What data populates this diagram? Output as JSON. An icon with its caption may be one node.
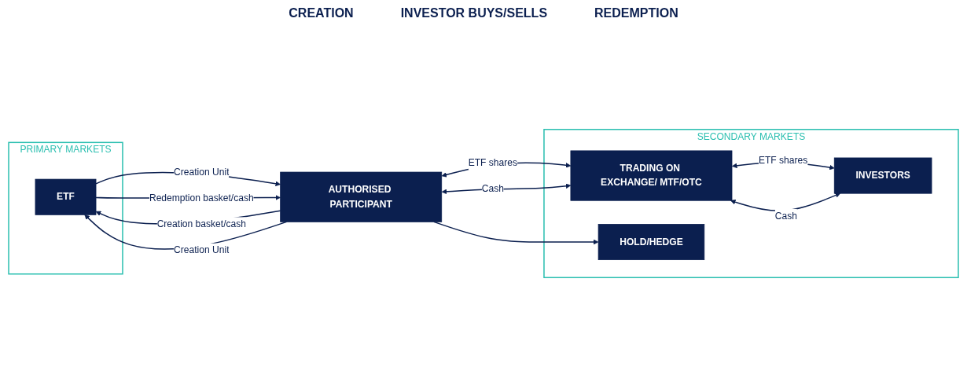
{
  "diagram": {
    "nodes": [
      {
        "text": [
          "PRIMARY MARKETS"
        ]
      },
      {
        "text": [
          "ETF"
        ],
        "in": 0
      },
      {
        "text": [
          "SECONDARY MARKETS"
        ]
      },
      {
        "text": [
          "AUTHORISED PARTICIPANT"
        ]
      },
      {
        "text": [
          "TRADING ON EXCHANGE/ MTF/OTC"
        ],
        "in": 2
      },
      {
        "text": [
          "INVESTORS"
        ],
        "in": 2
      },
      {
        "text": [
          "HOLD/HEDGE"
        ],
        "in": 2
      }
    ],
    "edges": [
      {
        "from": 3,
        "to": 1,
        "arrow": "to",
        "label": "Creation basket/cash"
      },
      {
        "from": 1,
        "to": 3,
        "arrow": "to",
        "label": "Creation Unit"
      },
      {
        "from": 3,
        "to": 1,
        "arrow": "to",
        "label": "Creation Unit"
      },
      {
        "from": 1,
        "to": 3,
        "arrow": "to",
        "label": "Redemption basket/cash"
      },
      {
        "from": 3,
        "to": 4,
        "arrow": "both",
        "label": "ETF shares"
      },
      {
        "from": 3,
        "to": 4,
        "arrow": "both",
        "label": "Cash"
      },
      {
        "from": 4,
        "to": 5,
        "arrow": "both",
        "label": "ETF shares"
      },
      {
        "from": 4,
        "to": 5,
        "arrow": "both",
        "label": "Cash"
      },
      {
        "from": 3,
        "to": 6,
        "arrow": "to"
      }
    ],
    "labels": [
      "CREATION",
      "INVESTOR BUYS/SELLS",
      "REDEMPTION"
    ]
  }
}
